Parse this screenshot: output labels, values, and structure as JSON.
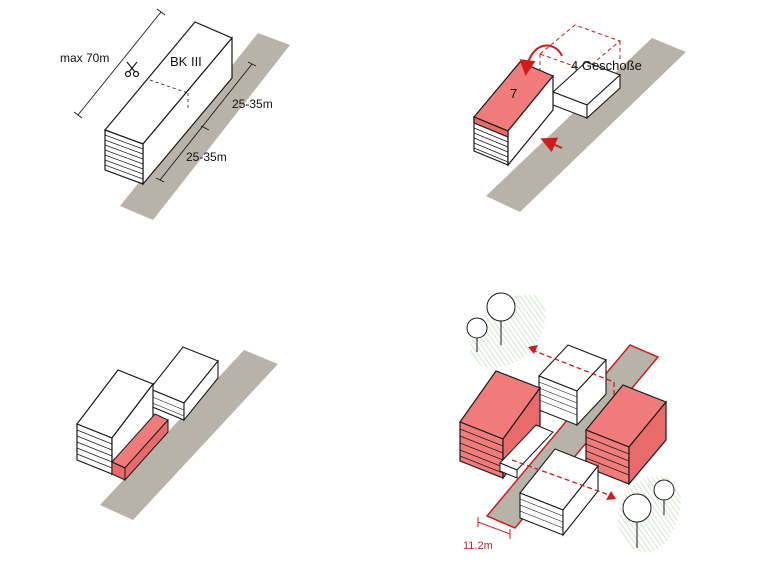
{
  "panel1": {
    "length_label": "max 70m",
    "zone_label": "BK III",
    "width_label_upper": "25-35m",
    "width_label_lower": "25-35m",
    "icons": [
      "scissors-icon"
    ]
  },
  "panel2": {
    "floors_label": "4 Geschoße",
    "count_label": "7",
    "icons": [
      "curved-arrow-icon",
      "arrow-left-icon"
    ]
  },
  "panel4": {
    "distance_label": "11.2m",
    "icons": [
      "tree-icon",
      "tree-icon",
      "tree-icon",
      "tree-icon",
      "double-arrow-icon"
    ]
  },
  "colors": {
    "road": "#b8b3a8",
    "highlight": "#f07b7b",
    "highlight_dark": "#e86a6a",
    "accent": "#d11a1a",
    "green": "#cfe3c8",
    "line": "#1a1a1a"
  }
}
